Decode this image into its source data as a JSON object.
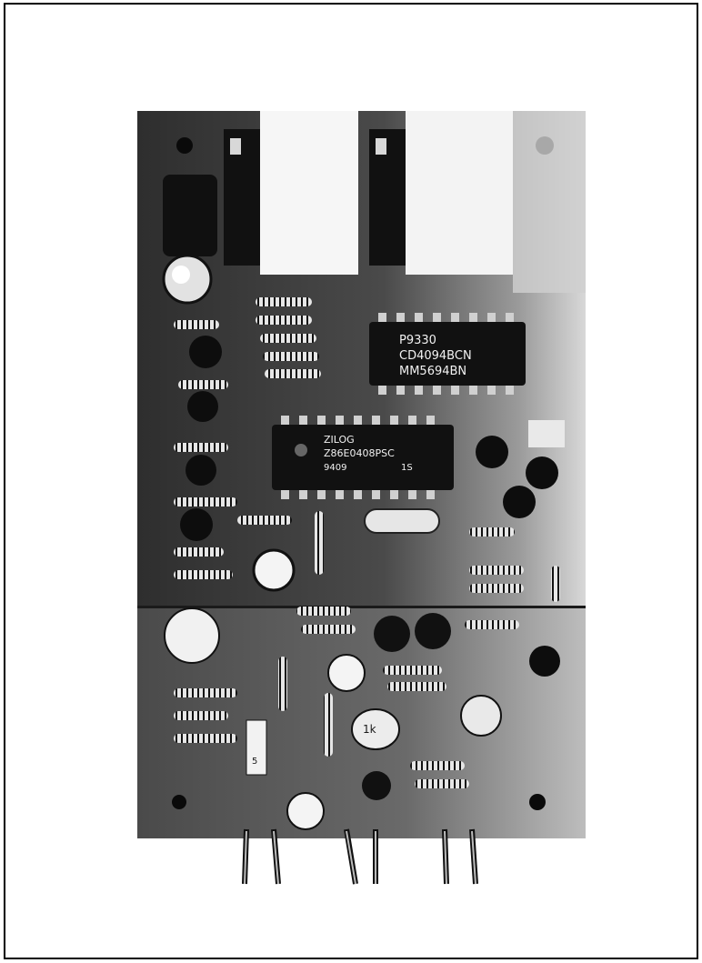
{
  "photo": {
    "subject": "printed circuit board",
    "chips": [
      {
        "lines": [
          "P9330",
          "CD4094BCN",
          "MM5694BN"
        ]
      },
      {
        "lines": [
          "ZILOG",
          "Z86E0408PSC",
          "9409",
          "1S"
        ]
      }
    ],
    "trimmer_label": "1k",
    "capacitor_label": "5"
  },
  "colors": {
    "board": "#3a3a3a",
    "board_light": "#8a8a8a",
    "component_white": "#f4f4f4",
    "ink": "#000000"
  }
}
